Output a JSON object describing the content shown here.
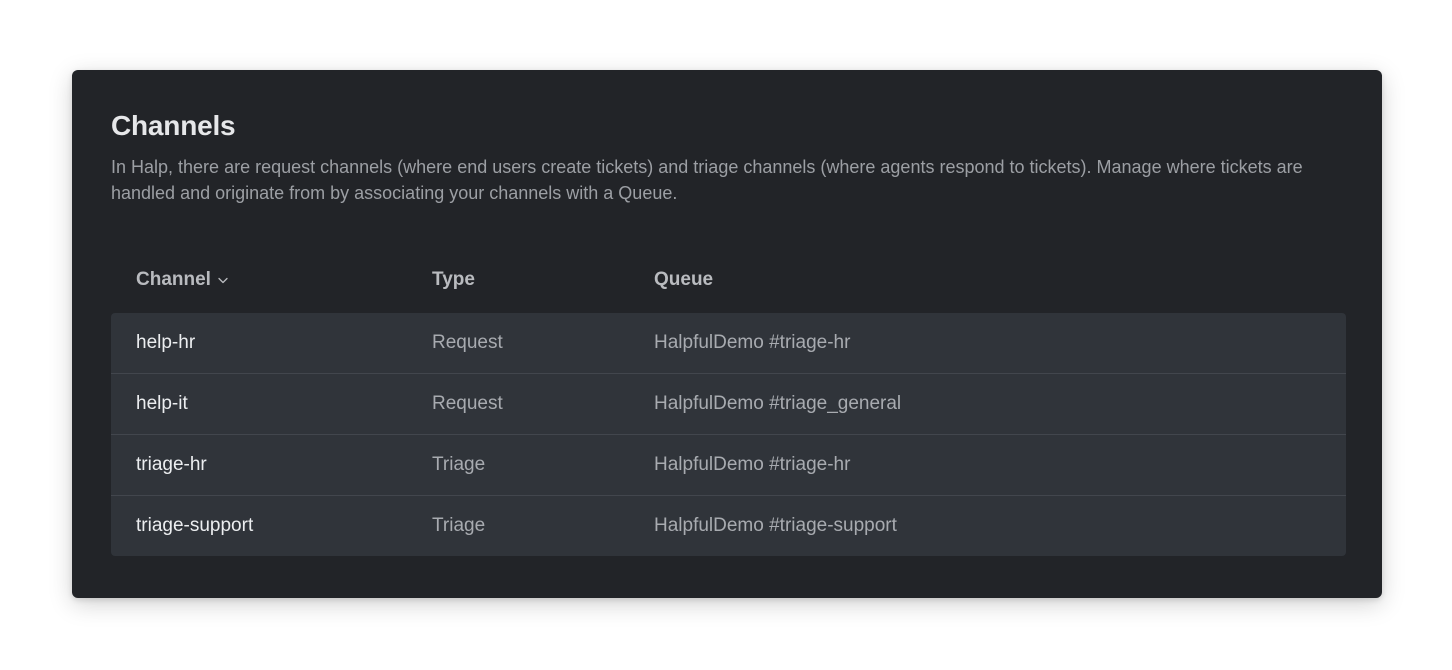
{
  "section": {
    "title": "Channels",
    "description": "In Halp, there are request channels (where end users create tickets) and triage channels (where agents respond to tickets). Manage where tickets are handled and originate from by associating your channels with a Queue."
  },
  "table": {
    "headers": {
      "channel": "Channel",
      "type": "Type",
      "queue": "Queue"
    },
    "sort_icon": "chevron-down-icon",
    "rows": [
      {
        "channel": "help-hr",
        "type": "Request",
        "queue": "HalpfulDemo #triage-hr"
      },
      {
        "channel": "help-it",
        "type": "Request",
        "queue": "HalpfulDemo #triage_general"
      },
      {
        "channel": "triage-hr",
        "type": "Triage",
        "queue": "HalpfulDemo #triage-hr"
      },
      {
        "channel": "triage-support",
        "type": "Triage",
        "queue": "HalpfulDemo #triage-support"
      }
    ]
  },
  "colors": {
    "panel_background": "#222428",
    "row_background": "#30343a",
    "row_divider": "#42464d"
  }
}
